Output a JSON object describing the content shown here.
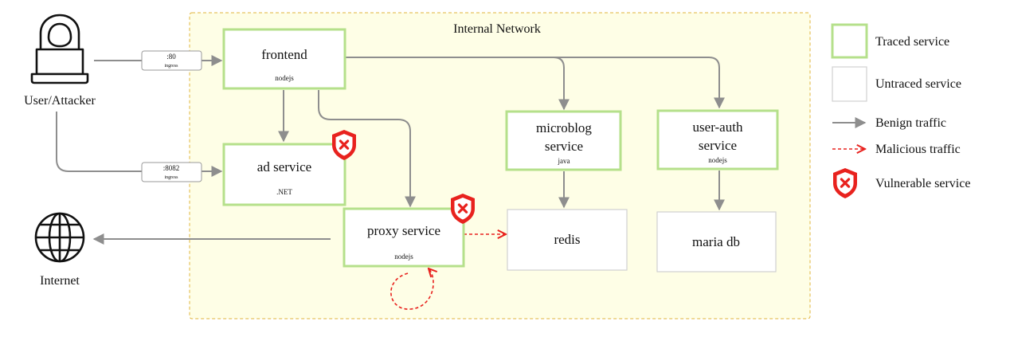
{
  "network": {
    "title": "Internal Network"
  },
  "actors": {
    "user": {
      "label": "User/Attacker"
    },
    "internet": {
      "label": "Internet"
    }
  },
  "ports": {
    "p80": {
      "port": ":80",
      "type": "ingress"
    },
    "p8082": {
      "port": ":8082",
      "type": "ingress"
    }
  },
  "services": {
    "frontend": {
      "title": "frontend",
      "tech": "nodejs",
      "traced": true,
      "vulnerable": false
    },
    "ad_service": {
      "title": "ad service",
      "tech": ".NET",
      "traced": true,
      "vulnerable": true
    },
    "proxy_service": {
      "title": "proxy service",
      "tech": "nodejs",
      "traced": true,
      "vulnerable": true
    },
    "microblog": {
      "title_line1": "microblog",
      "title_line2": "service",
      "tech": "java",
      "traced": true,
      "vulnerable": false
    },
    "user_auth": {
      "title_line1": "user-auth",
      "title_line2": "service",
      "tech": "nodejs",
      "traced": true,
      "vulnerable": false
    },
    "redis": {
      "title": "redis",
      "traced": false,
      "vulnerable": false
    },
    "maria_db": {
      "title": "maria db",
      "traced": false,
      "vulnerable": false
    }
  },
  "legend": {
    "traced": "Traced service",
    "untraced": "Untraced service",
    "benign": "Benign traffic",
    "malicious": "Malicious traffic",
    "vulnerable": "Vulnerable service"
  },
  "colors": {
    "traced_border": "#b5e08b",
    "untraced_border": "#d0d0d0",
    "network_fill": "#fefee6",
    "network_border": "#e0b43c",
    "benign": "#8e8e8e",
    "malicious": "#e8221e"
  }
}
